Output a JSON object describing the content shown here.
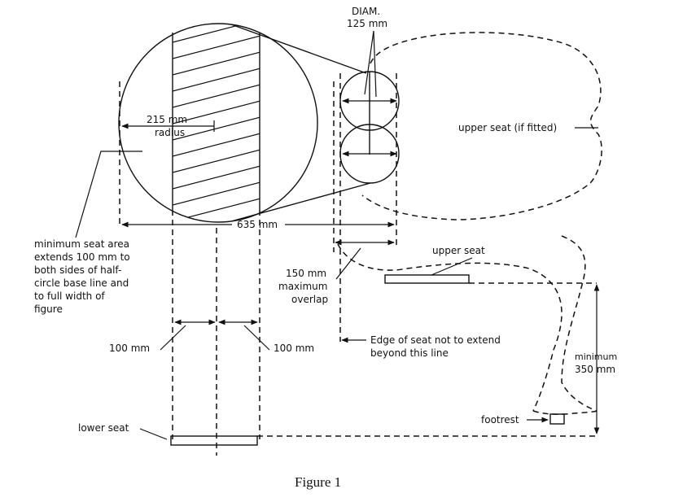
{
  "diagram": {
    "diam_label_1": "DIAM.",
    "diam_label_2": "125 mm",
    "radius_label_1": "215 mm",
    "radius_label_2": "radius",
    "width_label": "635 mm",
    "min_area_lines": [
      "minimum seat area",
      "extends 100 mm to",
      "both sides of half-",
      "circle base line and",
      "to full width of",
      "figure"
    ],
    "left_100": "100 mm",
    "right_100": "100 mm",
    "overlap_lines": [
      "150 mm",
      "maximum",
      "overlap"
    ],
    "upper_seat_fitted": "upper seat (if fitted)",
    "upper_seat": "upper seat",
    "edge_lines": [
      "Edge of seat not to extend",
      "beyond this line"
    ],
    "min_height_lines": [
      "minimum",
      "350 mm"
    ],
    "footrest": "footrest",
    "lower_seat": "lower seat",
    "caption": "Figure 1"
  }
}
